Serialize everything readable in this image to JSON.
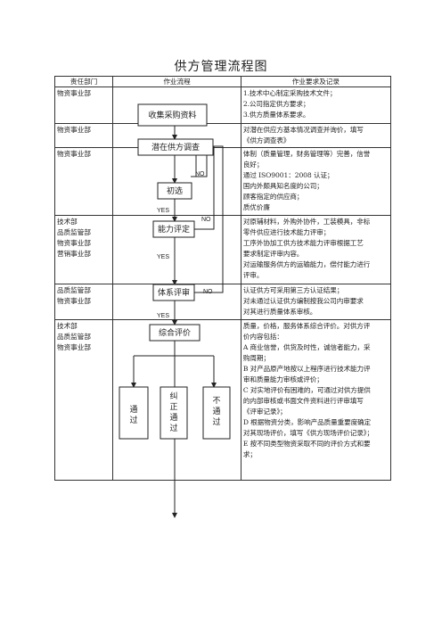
{
  "title": "供方管理流程图",
  "headers": {
    "dept": "责任部门",
    "flow": "作业流程",
    "req": "作业要求及记录"
  },
  "rows": [
    {
      "dept": [
        "物资事业部"
      ],
      "req": [
        "1.技术中心制定采购技术文件；",
        "2.公司指定供方要求；",
        "3.供方质量体系要求。"
      ]
    },
    {
      "dept": [
        "物资事业部"
      ],
      "req": [
        "对潜在供应方基本情况调查并询价，填写",
        "《供方调查表》"
      ]
    },
    {
      "dept": [
        "物资事业部"
      ],
      "req": [
        "体制（质量管理，财务管理等）完善，信誉",
        "良好；",
        "通过 ISO9001：2008 认证；",
        "国内外颇具知名度的公司；",
        "顾客指定的供应商；",
        "质优价廉"
      ]
    },
    {
      "dept": [
        "技术部",
        "品质监管部",
        "物资事业部",
        "营销事业部"
      ],
      "req": [
        "对原辅材料，外购外协件，工装模具，非标",
        "零件供应进行技术能力评审；",
        "工序外协加工供方技术能力评审根据工艺",
        "要求制定评审内容。",
        "对运输服务供方的运输能力，偿付能力进行",
        "评审。"
      ]
    },
    {
      "dept": [
        "品质监管部",
        "物资事业部"
      ],
      "req": [
        "认证供方可采用第三方认证结果；",
        "对未通过认证供方编制按我公司内审要求",
        "对其进行质量体系审核。"
      ]
    },
    {
      "dept": [
        "技术部",
        "品质监管部",
        "物资事业部"
      ],
      "req": [
        "质量，价格，服务体系综合评价。对供方评",
        "价内容包括：",
        "A 商业信誉，供货及时性，诚信者能力，采",
        "购周期；",
        "B 对产品原产地按以上程序进行技术能力评",
        "审和质量能力审核或评价；",
        "C 对实地评价有困难的，可通过对供方提供",
        "的内部审核或书面文件资料进行评审填写",
        "《评审记录》；",
        "D 根据物资分类，影响产品质量重要度确定",
        "对其现场评价，填写《供方现场评价记录》；",
        "E 按不同类型物资采取不同的评价方式和要",
        "求；"
      ]
    }
  ],
  "flow": {
    "collect": "收集采购资料",
    "survey": "潜在供方调查",
    "initial": "初选",
    "capability": "能力评定",
    "system": "体系评审",
    "overall": "综合评价",
    "pass": "通过",
    "correct": "纠正通过",
    "fail": "不通过",
    "yes": "YES",
    "no": "NO"
  }
}
